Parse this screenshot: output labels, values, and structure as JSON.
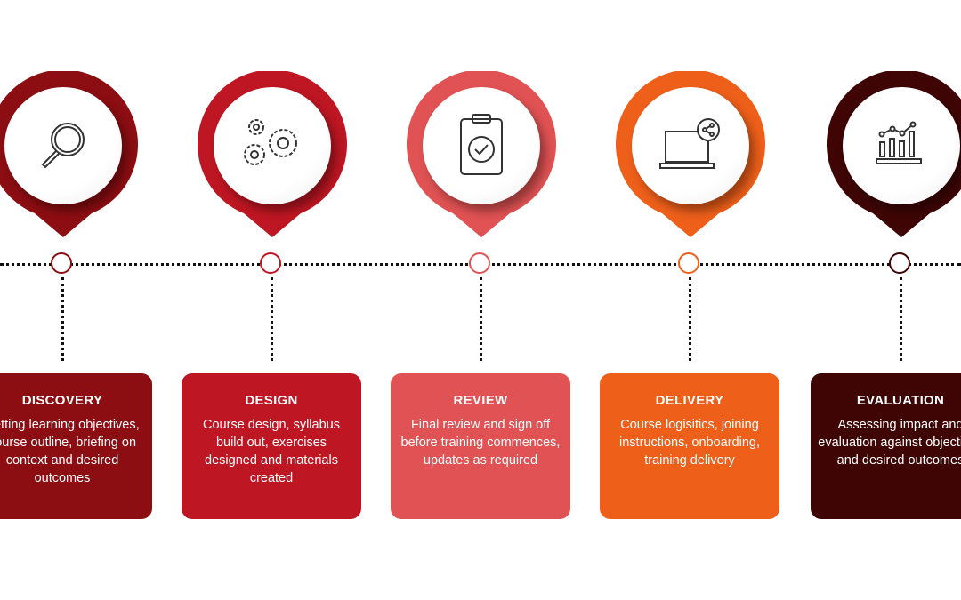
{
  "stages": [
    {
      "title": "DISCOVERY",
      "text": "Setting learning objectives, course outline, briefing on context and desired outcomes",
      "color": "#8c0d12",
      "icon": "magnifier-icon"
    },
    {
      "title": "DESIGN",
      "text": "Course design, syllabus build out, exercises designed and materials created",
      "color": "#be1622",
      "icon": "gears-icon"
    },
    {
      "title": "REVIEW",
      "text": "Final review and sign off before training commences, updates as required",
      "color": "#e05253",
      "icon": "clipboard-check-icon"
    },
    {
      "title": "DELIVERY",
      "text": "Course logisitics, joining instructions, onboarding, training delivery",
      "color": "#ee5f1a",
      "icon": "laptop-share-icon"
    },
    {
      "title": "EVALUATION",
      "text": "Assessing impact and evaluation against objectives and desired outcomes",
      "color": "#3f0505",
      "icon": "bar-chart-icon"
    }
  ]
}
